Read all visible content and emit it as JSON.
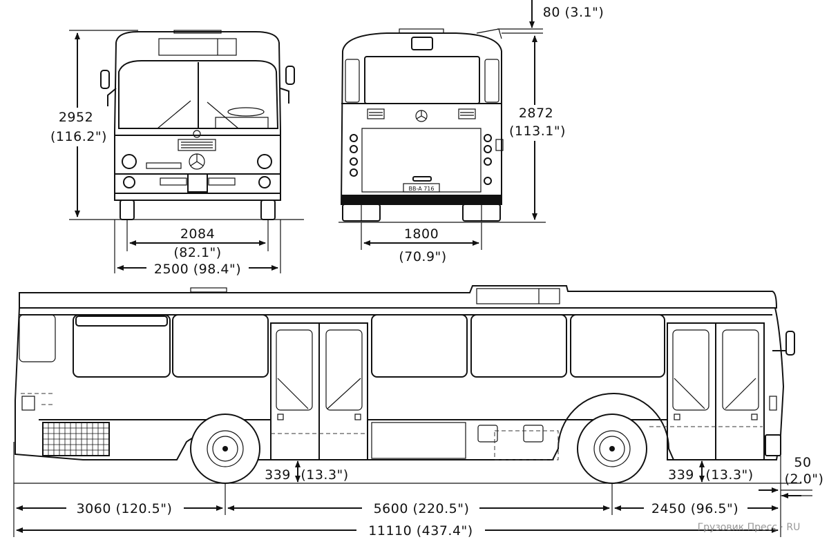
{
  "front_view": {
    "height_mm": "2952",
    "height_in": "(116.2\")",
    "track_mm": "2084",
    "track_in": "(82.1\")",
    "width_label": "2500 (98.4\")"
  },
  "rear_view": {
    "roof_mm": "80 (3.1\")",
    "height_mm": "2872",
    "height_in": "(113.1\")",
    "track_mm": "1800",
    "track_in": "(70.9\")",
    "plate": "BB-A 716"
  },
  "side_view": {
    "front_step": "339",
    "front_step_in": "(13.3\")",
    "rear_step": "339",
    "rear_step_in": "(13.3\")",
    "clearance_mm": "50",
    "clearance_in": "(2.0\")",
    "front_overhang": "3060 (120.5\")",
    "wheelbase": "5600 (220.5\")",
    "rear_overhang": "2450 (96.5\")",
    "total_length": "11110 (437.4\")"
  },
  "watermark": "Грузовик Пресс · RU"
}
